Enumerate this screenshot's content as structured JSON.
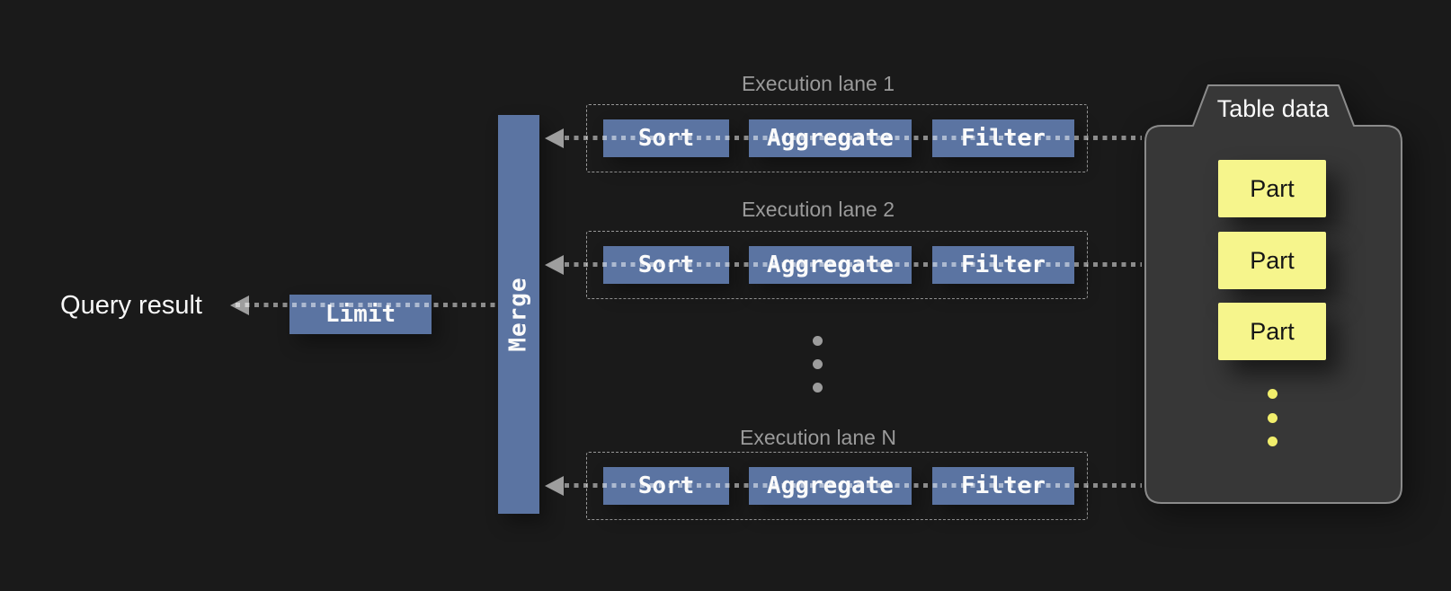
{
  "query_result_label": "Query result",
  "limit_label": "Limit",
  "merge_label": "Merge",
  "lanes": [
    {
      "label": "Execution lane 1",
      "operators": [
        "Sort",
        "Aggregate",
        "Filter"
      ]
    },
    {
      "label": "Execution lane 2",
      "operators": [
        "Sort",
        "Aggregate",
        "Filter"
      ]
    },
    {
      "label": "Execution lane N",
      "operators": [
        "Sort",
        "Aggregate",
        "Filter"
      ]
    }
  ],
  "lane_ellipsis_dot_count": 3,
  "table_data": {
    "title": "Table data",
    "parts": [
      "Part",
      "Part",
      "Part"
    ],
    "part_ellipsis_dot_count": 3
  },
  "colors": {
    "background": "#1a1a1a",
    "operator_box": "#5b74a2",
    "operator_text": "#fafafa",
    "lane_label": "#9a9a9a",
    "arrow": "#9e9e9e",
    "dotted_line": "rgba(255,255,255,0.5)",
    "dashed_border": "rgba(255,255,255,0.55)",
    "container_fill": "#373737",
    "container_border": "#8b8b8b",
    "part_fill": "#f6f58c",
    "part_text": "#161616",
    "part_dot": "#f1ee6c",
    "mid_dot": "#9c9c9c",
    "title_text": "#fafafa"
  }
}
